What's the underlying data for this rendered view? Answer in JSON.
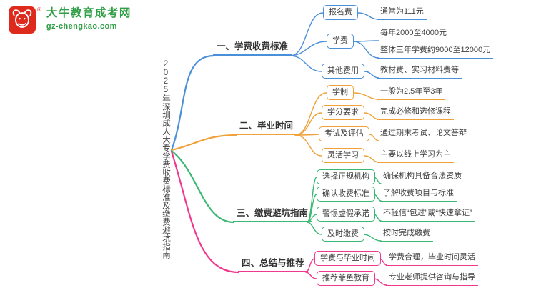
{
  "logo": {
    "brand": "大牛教育成考网",
    "domain": "gz-chengkao.com",
    "registered_mark": "®"
  },
  "mindmap": {
    "root": "2025年深圳成人大专学费收费标准及缴费避坑指南",
    "branches": [
      {
        "label": "一、学费收费标准",
        "color": "#4a90d9",
        "children": [
          {
            "label": "报名费",
            "values": [
              "通常为111元"
            ]
          },
          {
            "label": "学费",
            "values": [
              "每年2000至4000元",
              "整体三年学费约9000至12000元"
            ]
          },
          {
            "label": "其他费用",
            "values": [
              "教材费、实习材料费等"
            ]
          }
        ]
      },
      {
        "label": "二、毕业时间",
        "color": "#f0a139",
        "children": [
          {
            "label": "学制",
            "values": [
              "一般为2.5年至3年"
            ]
          },
          {
            "label": "学分要求",
            "values": [
              "完成必修和选修课程"
            ]
          },
          {
            "label": "考试及评估",
            "values": [
              "通过期末考试、论文答辩"
            ]
          },
          {
            "label": "灵活学习",
            "values": [
              "主要以线上学习为主"
            ]
          }
        ]
      },
      {
        "label": "三、缴费避坑指南",
        "color": "#3bb873",
        "children": [
          {
            "label": "选择正规机构",
            "values": [
              "确保机构具备合法资质"
            ]
          },
          {
            "label": "确认收费标准",
            "values": [
              "了解收费项目与标准"
            ]
          },
          {
            "label": "警惕虚假承诺",
            "values": [
              "不轻信“包过”或“快速拿证”"
            ]
          },
          {
            "label": "及时缴费",
            "values": [
              "按时完成缴费"
            ]
          }
        ]
      },
      {
        "label": "四、总结与推荐",
        "color": "#f0388f",
        "children": [
          {
            "label": "学费与毕业时间",
            "values": [
              "学费合理，毕业时间灵活"
            ]
          },
          {
            "label": "推荐菲鱼教育",
            "values": [
              "专业老师提供咨询与指导"
            ]
          }
        ]
      }
    ]
  }
}
